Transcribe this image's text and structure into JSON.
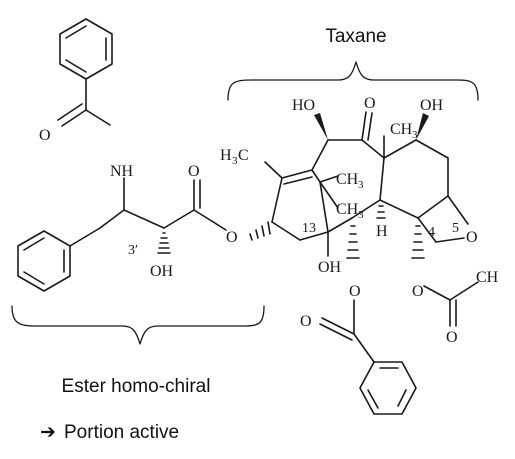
{
  "captions": {
    "taxane": "Taxane",
    "ester": "Ester homo-chiral",
    "portion": "Portion active",
    "arrow": "➔"
  },
  "atoms": {
    "o_carbonyl_left": "O",
    "nh": "NH",
    "o_ester_carbonyl": "O",
    "o_ester_link": "O",
    "oh_side": "OH",
    "h3c": "H",
    "h3c_sub": "3",
    "h3c_c": "C",
    "ho_c10": "HO",
    "o_c9": "O",
    "oh_c7": "OH",
    "ch3_c8": "CH",
    "ch3_c8_sub": "3",
    "ch3_gem_a": "CH",
    "ch3_gem_a_sub": "3",
    "ch3_gem_b": "CH",
    "ch3_gem_b_sub": "3",
    "h_c3": "H",
    "o_oxetane": "O",
    "oh_c1": "OH",
    "o_benzoate": "O",
    "o_benzoate_carbonyl": "O",
    "o_acetate": "O",
    "ch_acetate": "CH",
    "o_acetate_carbonyl": "O"
  },
  "locants": {
    "c3prime": "3′",
    "c13": "13",
    "c4": "4",
    "c5": "5"
  }
}
